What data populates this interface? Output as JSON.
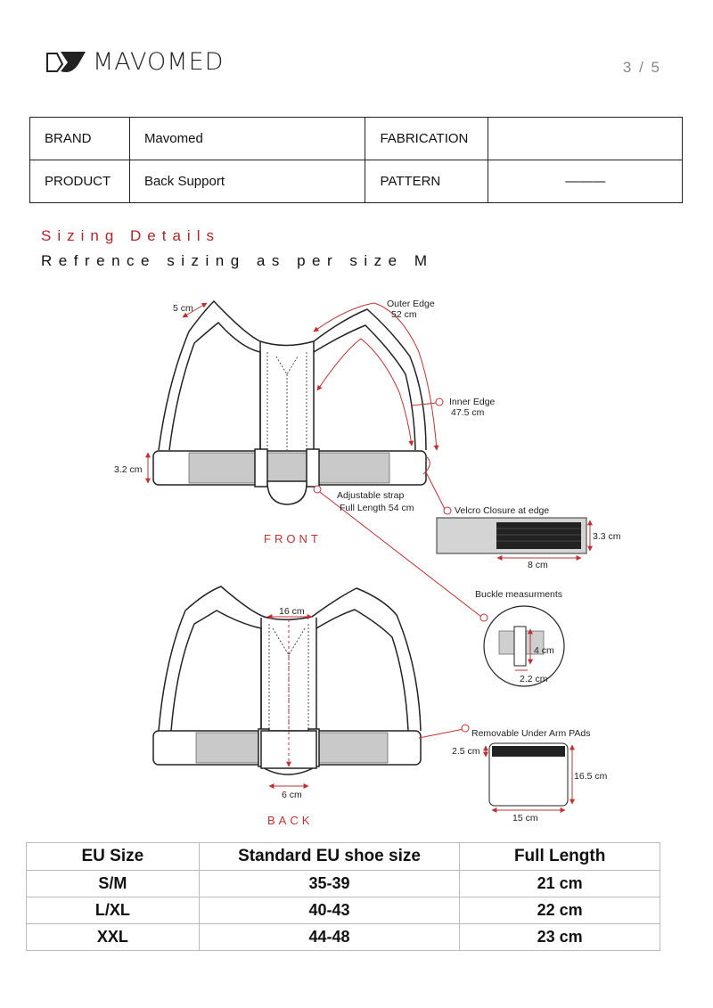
{
  "header": {
    "brand_name": "MAVOMED",
    "page_number": "3 / 5",
    "logo_icon": "mavomed-logo-icon"
  },
  "info_table": {
    "brand_label": "BRAND",
    "brand_value": "Mavomed",
    "fabrication_label": "FABRICATION",
    "fabrication_value": "",
    "product_label": "PRODUCT",
    "product_value": "Back Support",
    "pattern_label": "PATTERN",
    "pattern_value": "———"
  },
  "section": {
    "title": "Sizing Details",
    "subtitle": "Refrence sizing as per size M"
  },
  "diagram": {
    "front_label": "FRONT",
    "back_label": "BACK",
    "strap_width": "5 cm",
    "outer_edge": "Outer Edge",
    "outer_edge_value": "52 cm",
    "inner_edge": "Inner Edge",
    "inner_edge_value": "47.5 cm",
    "belt_height": "3.2 cm",
    "adjustable_strap": "Adjustable strap",
    "adjustable_strap_value": "Full Length  54 cm",
    "velcro_closure": "Velcro Closure at edge",
    "velcro_height": "3.3 cm",
    "velcro_width": "8 cm",
    "buckle_title": "Buckle measurments",
    "buckle_height": "4 cm",
    "buckle_width": "2.2 cm",
    "back_width_top": "16 cm",
    "back_width_bottom": "6 cm",
    "pads_title": "Removable Under Arm PAds",
    "pad_strip": "2.5 cm",
    "pad_height": "16.5 cm",
    "pad_width": "15 cm",
    "accent_color": "#c03030"
  },
  "size_table": {
    "headers": [
      "EU Size",
      "Standard EU shoe size",
      "Full Length"
    ],
    "rows": [
      [
        "S/M",
        "35-39",
        "21 cm"
      ],
      [
        "L/XL",
        "40-43",
        "22 cm"
      ],
      [
        "XXL",
        "44-48",
        "23 cm"
      ]
    ]
  }
}
